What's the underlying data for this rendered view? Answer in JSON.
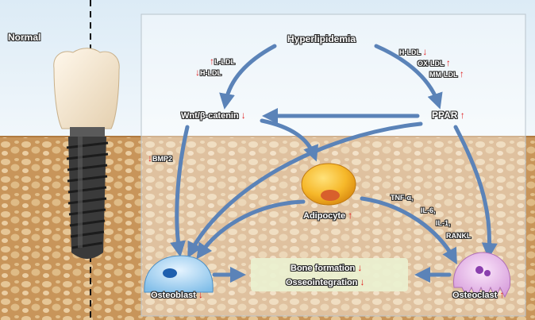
{
  "colors": {
    "arrow_blue": "#5b83b8",
    "accent_red": "#e02020",
    "bone_tan": "#d9b483",
    "panel_bg": "#ffffff",
    "outcome_box": "#e9f0cf"
  },
  "diagram": {
    "normal_label": "Normal",
    "hyperlipidemia": "Hyperlipidemia",
    "wnt": "Wnt/β-catenin",
    "ppar": "PPAR",
    "bmp2": "BMP2",
    "adipocyte": "Adipocyte",
    "osteoblast": "Osteoblast",
    "osteoclast": "Osteoclast",
    "bone_formation": "Bone formation",
    "osseointegration": "Osseointegration",
    "left_lipids": [
      {
        "label": "L-LDL",
        "direction": "up",
        "symbol": "↑"
      },
      {
        "label": "H-LDL",
        "direction": "down",
        "symbol": "↓"
      }
    ],
    "right_lipids": [
      {
        "label": "H-LDL",
        "direction": "down",
        "symbol": "↓"
      },
      {
        "label": "OX-LDL",
        "direction": "up",
        "symbol": "↑"
      },
      {
        "label": "MM-LDL",
        "direction": "up",
        "symbol": "↑"
      }
    ],
    "cytokines": [
      "TNF-α,",
      "IL-6,",
      "IL-1,",
      "RANKL"
    ],
    "arrows": {
      "up": "↑",
      "down": "↓"
    }
  }
}
